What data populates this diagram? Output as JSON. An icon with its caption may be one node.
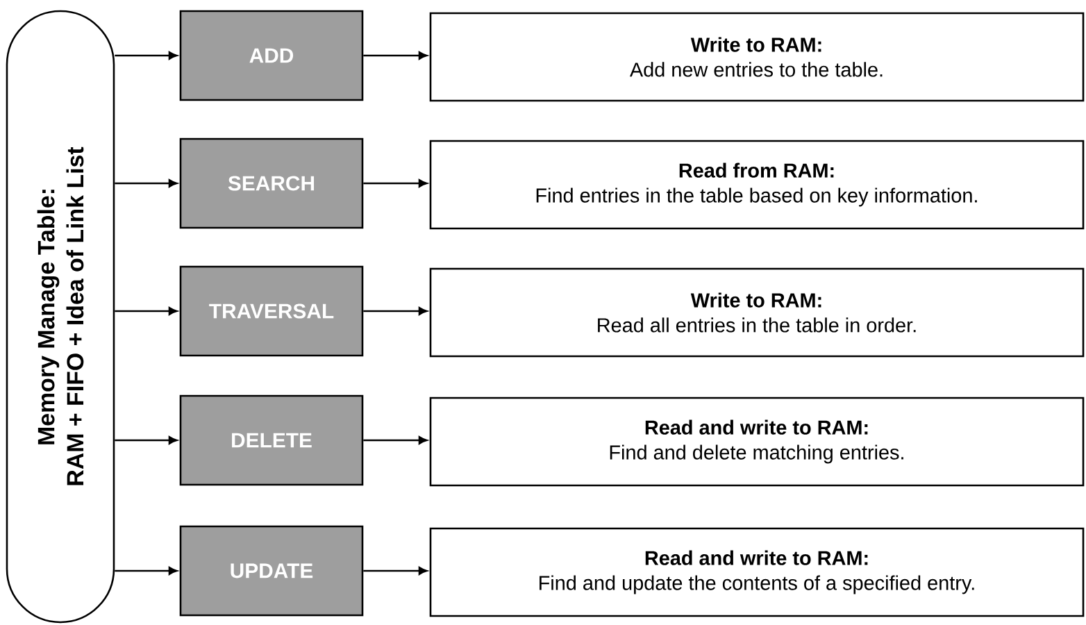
{
  "diagram": {
    "nodes": [
      {
        "text": [
          "Memory Manage Table:",
          "RAM + FIFO + Idea of Link List"
        ]
      },
      {
        "text": [
          "ADD"
        ]
      },
      {
        "text": [
          "SEARCH"
        ]
      },
      {
        "text": [
          "TRAVERSAL"
        ]
      },
      {
        "text": [
          "DELETE"
        ]
      },
      {
        "text": [
          "UPDATE"
        ]
      },
      {
        "text": [
          "Write to RAM:",
          "Add new entries to the table."
        ]
      },
      {
        "text": [
          "Read from RAM:",
          "Find entries in the table based on key information."
        ]
      },
      {
        "text": [
          "Write to RAM:",
          "Read all entries in the table in order."
        ]
      },
      {
        "text": [
          "Read and write to RAM:",
          "Find and delete matching entries."
        ]
      },
      {
        "text": [
          "Read and write to RAM:",
          "Find and update the contents of a specified entry."
        ]
      }
    ],
    "edges": [
      {
        "from": 0,
        "to": 1,
        "arrow": "to"
      },
      {
        "from": 0,
        "to": 2,
        "arrow": "to"
      },
      {
        "from": 0,
        "to": 3,
        "arrow": "to"
      },
      {
        "from": 0,
        "to": 4,
        "arrow": "to"
      },
      {
        "from": 0,
        "to": 5,
        "arrow": "to"
      },
      {
        "from": 1,
        "to": 6,
        "arrow": "to"
      },
      {
        "from": 2,
        "to": 7,
        "arrow": "to"
      },
      {
        "from": 3,
        "to": 8,
        "arrow": "to"
      },
      {
        "from": 4,
        "to": 9,
        "arrow": "to"
      },
      {
        "from": 5,
        "to": 10,
        "arrow": "to"
      }
    ]
  }
}
